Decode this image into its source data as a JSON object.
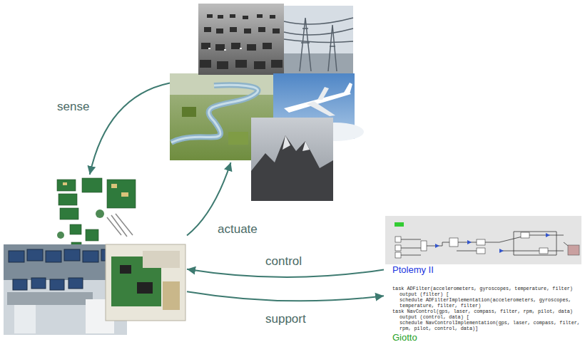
{
  "diagram": {
    "nodes": [
      {
        "text": []
      },
      {
        "text": []
      },
      {
        "text": [
          "Ptolemy II",
          "task ADFilter(accelerometers, gyroscopes, temperature, filter)",
          "output (filter) [",
          "schedule ADFilterImplementation(accelerometers, gyroscopes, temperature, filter, filter)",
          "task NavControl(gps, laser, compass, filter, rpm, pilot, data)",
          "output (control, data) [",
          "schedule NavControlImplementation(gps, laser, compass, filter, rpm, pilot, control, data)]",
          "Giotto"
        ]
      }
    ],
    "edges": [
      {
        "from": 0,
        "to": 1,
        "arrow": "to",
        "label": "sense"
      },
      {
        "from": 1,
        "to": 0,
        "arrow": "to",
        "label": "actuate"
      },
      {
        "from": 2,
        "to": 1,
        "arrow": "to",
        "label": "control"
      },
      {
        "from": 1,
        "to": 2,
        "arrow": "to",
        "label": "support"
      }
    ]
  }
}
